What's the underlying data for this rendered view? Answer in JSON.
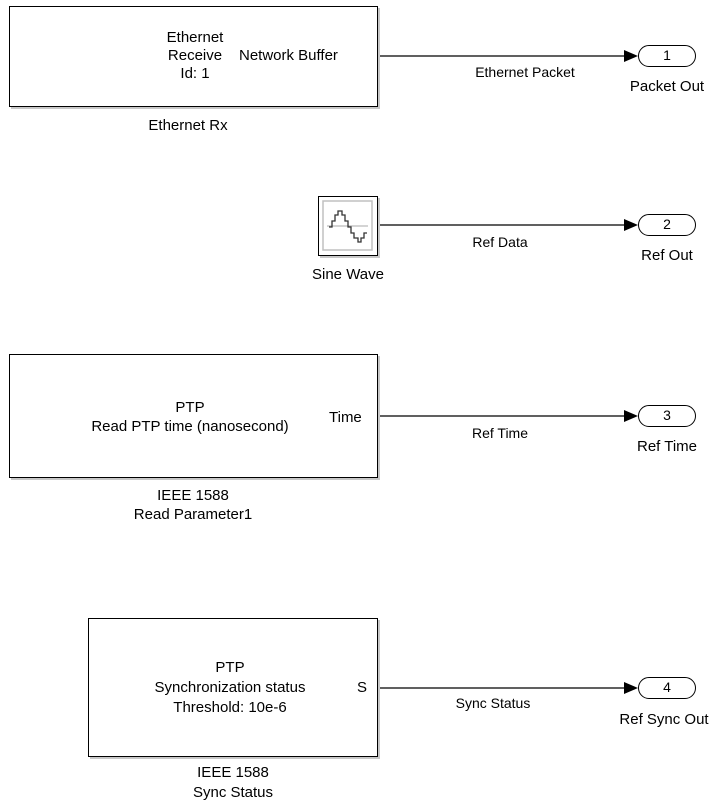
{
  "blocks": {
    "ethernet_rx": {
      "lines": [
        "Ethernet",
        "Receive",
        "Id: 1"
      ],
      "port_label": "Network Buffer",
      "name": "Ethernet Rx"
    },
    "sine_wave": {
      "name": "Sine Wave"
    },
    "ptp_read": {
      "lines": [
        "PTP",
        "Read PTP time (nanosecond)"
      ],
      "port_label": "Time",
      "name_lines": [
        "IEEE 1588",
        "Read Parameter1"
      ]
    },
    "ptp_sync": {
      "lines": [
        "PTP",
        "Synchronization status",
        "Threshold: 10e-6"
      ],
      "port_label": "S",
      "name_lines": [
        "IEEE 1588",
        "Sync Status"
      ]
    }
  },
  "signals": [
    "Ethernet Packet",
    "Ref Data",
    "Ref Time",
    "Sync Status"
  ],
  "outports": [
    {
      "number": "1",
      "name": "Packet Out"
    },
    {
      "number": "2",
      "name": "Ref Out"
    },
    {
      "number": "3",
      "name": "Ref Time"
    },
    {
      "number": "4",
      "name": "Ref Sync Out"
    }
  ]
}
